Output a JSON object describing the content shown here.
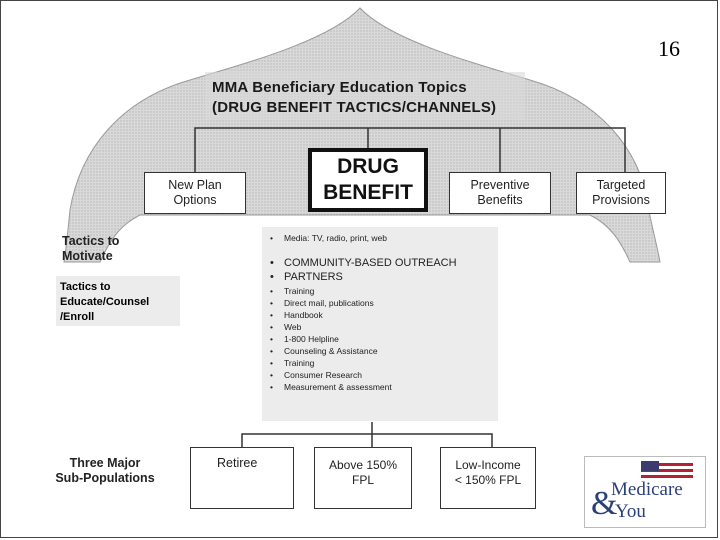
{
  "page_number": "16",
  "title": {
    "line1": "MMA Beneficiary Education Topics",
    "line2": "(DRUG BENEFIT TACTICS/CHANNELS)"
  },
  "main_node": {
    "line1": "DRUG",
    "line2": "BENEFIT"
  },
  "topic_boxes": {
    "new_plan": {
      "line1": "New Plan",
      "line2": "Options"
    },
    "preventive": {
      "line1": "Preventive",
      "line2": "Benefits"
    },
    "targeted": {
      "line1": "Targeted",
      "line2": "Provisions"
    }
  },
  "labels": {
    "motivate": {
      "line1": "Tactics to",
      "line2": "Motivate"
    },
    "educate": {
      "line1": "Tactics to",
      "line2": "Educate/Counsel",
      "line3": "/Enroll"
    },
    "subpop": {
      "line1": "Three Major",
      "line2": "Sub-Populations"
    }
  },
  "tactics": {
    "motivate_item": "Media: TV, radio, print, web",
    "outreach_1": "COMMUNITY-BASED OUTREACH",
    "outreach_2": "PARTNERS",
    "educate_items": [
      "Training",
      "Direct mail, publications",
      "Handbook",
      "Web",
      "1-800 Helpline",
      "Counseling & Assistance",
      "Training",
      "Consumer Research",
      "Measurement & assessment"
    ]
  },
  "sub_populations": {
    "retiree": "Retiree",
    "above": {
      "line1": "Above 150%",
      "line2": "FPL"
    },
    "low_income": {
      "line1": "Low-Income",
      "line2": "< 150% FPL"
    }
  },
  "logo": {
    "line1": "Medicare",
    "amp": "&",
    "line2": "You"
  },
  "colors": {
    "dome_fill": "#cfcfcf",
    "panel": "#ececec",
    "border": "#333333"
  }
}
